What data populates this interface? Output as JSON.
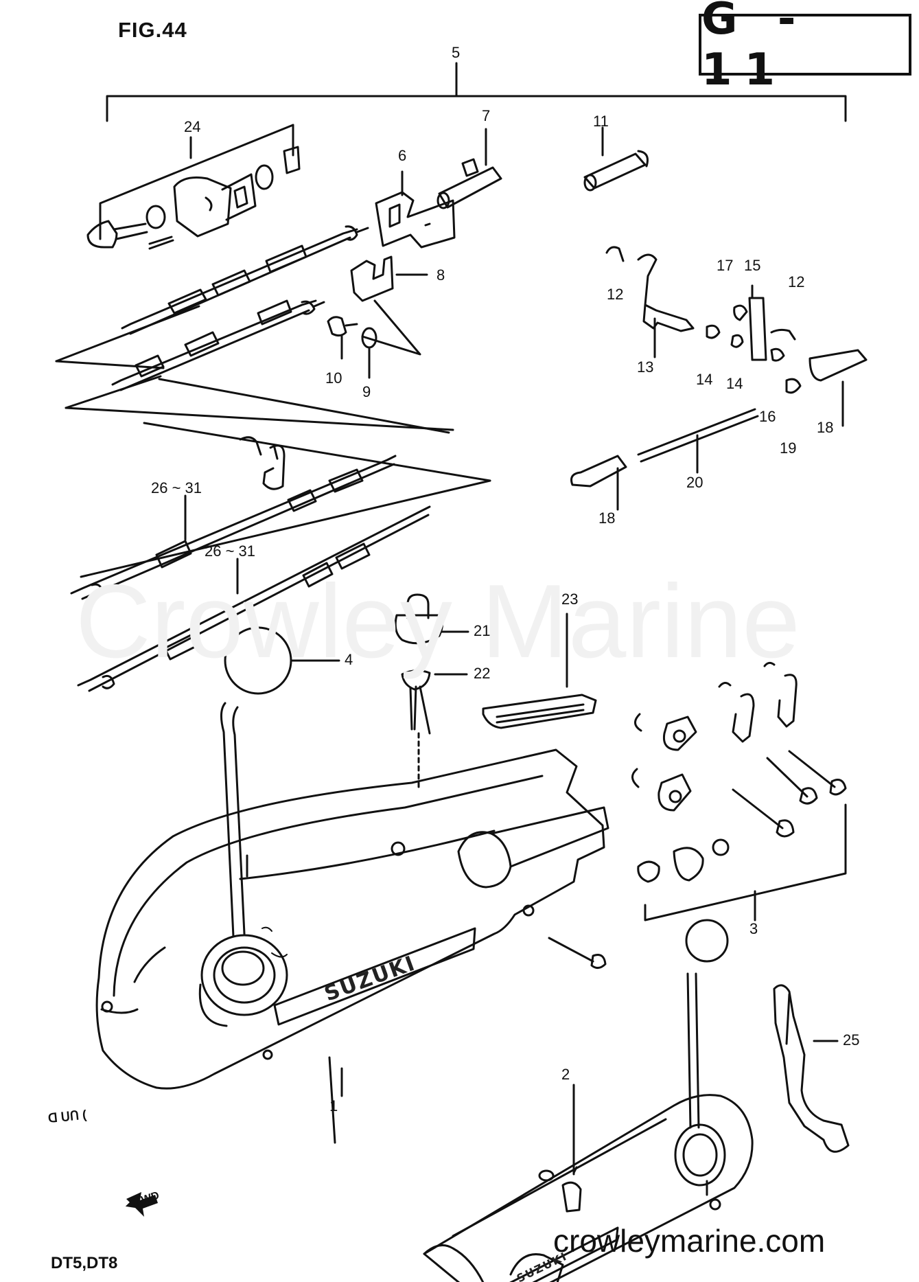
{
  "header": {
    "figure": "FIG.44",
    "code": "G - 11"
  },
  "callouts": [
    {
      "id": "c5",
      "text": "5"
    },
    {
      "id": "c24",
      "text": "24"
    },
    {
      "id": "c6",
      "text": "6"
    },
    {
      "id": "c7",
      "text": "7"
    },
    {
      "id": "c11",
      "text": "11"
    },
    {
      "id": "c8",
      "text": "8"
    },
    {
      "id": "c10",
      "text": "10"
    },
    {
      "id": "c9",
      "text": "9"
    },
    {
      "id": "c12a",
      "text": "12"
    },
    {
      "id": "c17",
      "text": "17"
    },
    {
      "id": "c15",
      "text": "15"
    },
    {
      "id": "c12b",
      "text": "12"
    },
    {
      "id": "c13",
      "text": "13"
    },
    {
      "id": "c14a",
      "text": "14"
    },
    {
      "id": "c14b",
      "text": "14"
    },
    {
      "id": "c16",
      "text": "16"
    },
    {
      "id": "c18a",
      "text": "18"
    },
    {
      "id": "c19",
      "text": "19"
    },
    {
      "id": "c20",
      "text": "20"
    },
    {
      "id": "c18b",
      "text": "18"
    },
    {
      "id": "c2631a",
      "text": "26 ~ 31"
    },
    {
      "id": "c2631b",
      "text": "26 ~ 31"
    },
    {
      "id": "c4",
      "text": "4"
    },
    {
      "id": "c21",
      "text": "21"
    },
    {
      "id": "c22",
      "text": "22"
    },
    {
      "id": "c23",
      "text": "23"
    },
    {
      "id": "c3",
      "text": "3"
    },
    {
      "id": "c1",
      "text": "1"
    },
    {
      "id": "c2",
      "text": "2"
    },
    {
      "id": "c25",
      "text": "25"
    }
  ],
  "brand_marks": {
    "large": "SUZUKI",
    "small": "SUZUKI"
  },
  "labels": {
    "forward": "FWD",
    "model_note": "ᗡ ᑌᑎ (",
    "models": "DT5,DT8"
  },
  "watermark": {
    "text": "Crowley Marine",
    "site": "crowleymarine.com"
  },
  "colors": {
    "ink": "#111111",
    "paper": "#ffffff",
    "watermark": "#f1f1f1"
  }
}
